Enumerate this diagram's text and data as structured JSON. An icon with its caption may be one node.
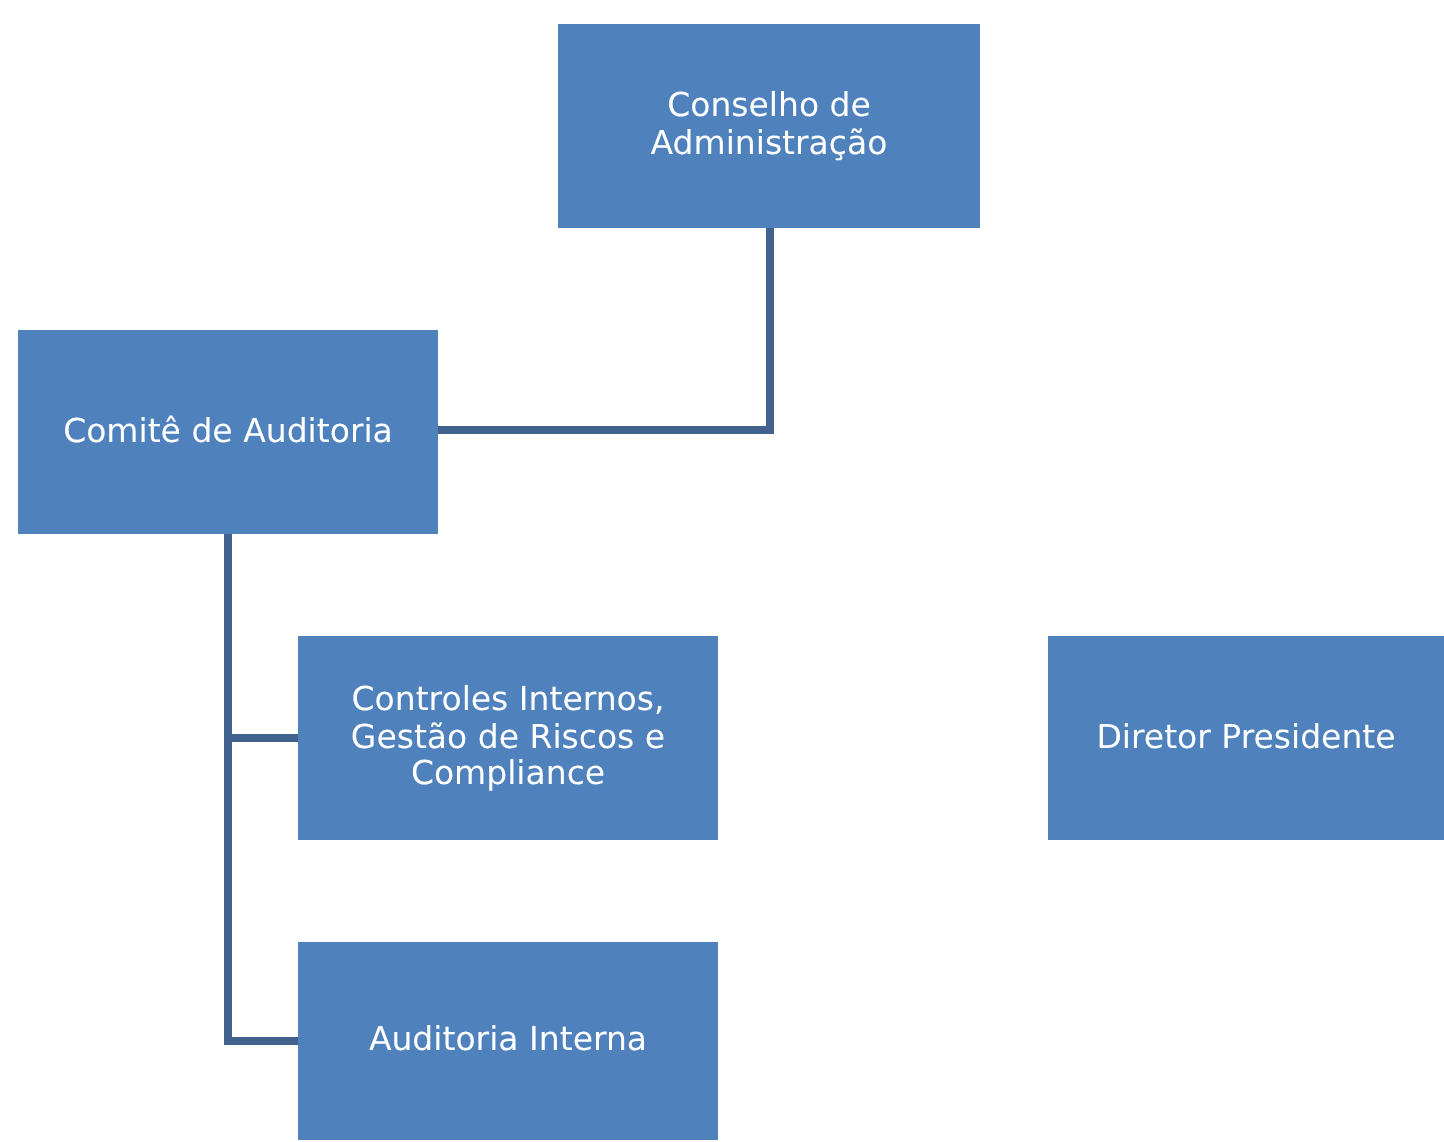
{
  "diagram": {
    "nodes": [
      {
        "text": [
          "Conselho de Administração"
        ]
      },
      {
        "text": [
          "Comitê de Auditoria"
        ]
      },
      {
        "text": [
          "Controles Internos, Gestão de Riscos e Compliance"
        ]
      },
      {
        "text": [
          "Diretor Presidente"
        ]
      },
      {
        "text": [
          "Auditoria Interna"
        ]
      }
    ],
    "edges": [
      {
        "from": 0,
        "to": 1,
        "arrow": "none"
      },
      {
        "from": 1,
        "to": 2,
        "arrow": "none"
      },
      {
        "from": 1,
        "to": 4,
        "arrow": "none"
      }
    ]
  }
}
